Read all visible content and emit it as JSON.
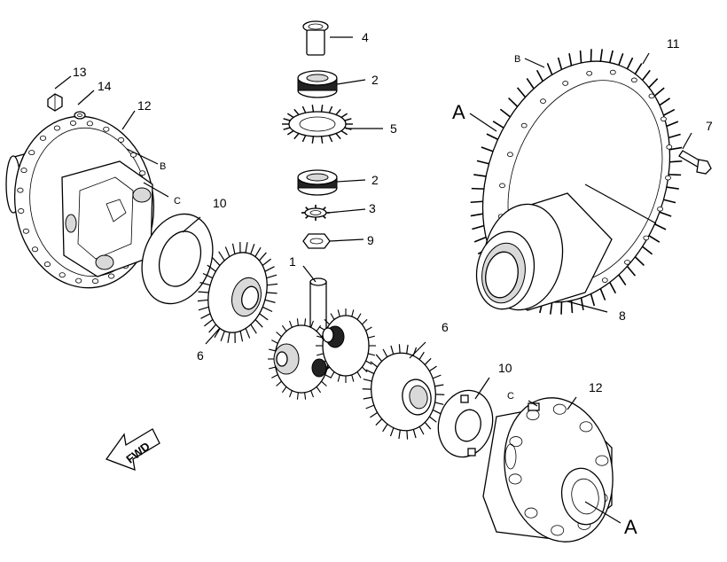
{
  "labels": {
    "p1": "1",
    "p2a": "2",
    "p2b": "2",
    "p3": "3",
    "p4": "4",
    "p5": "5",
    "p6a": "6",
    "p6b": "6",
    "p7": "7",
    "p8": "8",
    "p9": "9",
    "p10a": "10",
    "p10b": "10",
    "p11": "11",
    "p12a": "12",
    "p12b": "12",
    "p13": "13",
    "p14": "14",
    "refA1": "A",
    "refA2": "A",
    "refB1": "B",
    "refB2": "B",
    "refC1": "C",
    "refC2": "C",
    "fwd": "FWD"
  }
}
